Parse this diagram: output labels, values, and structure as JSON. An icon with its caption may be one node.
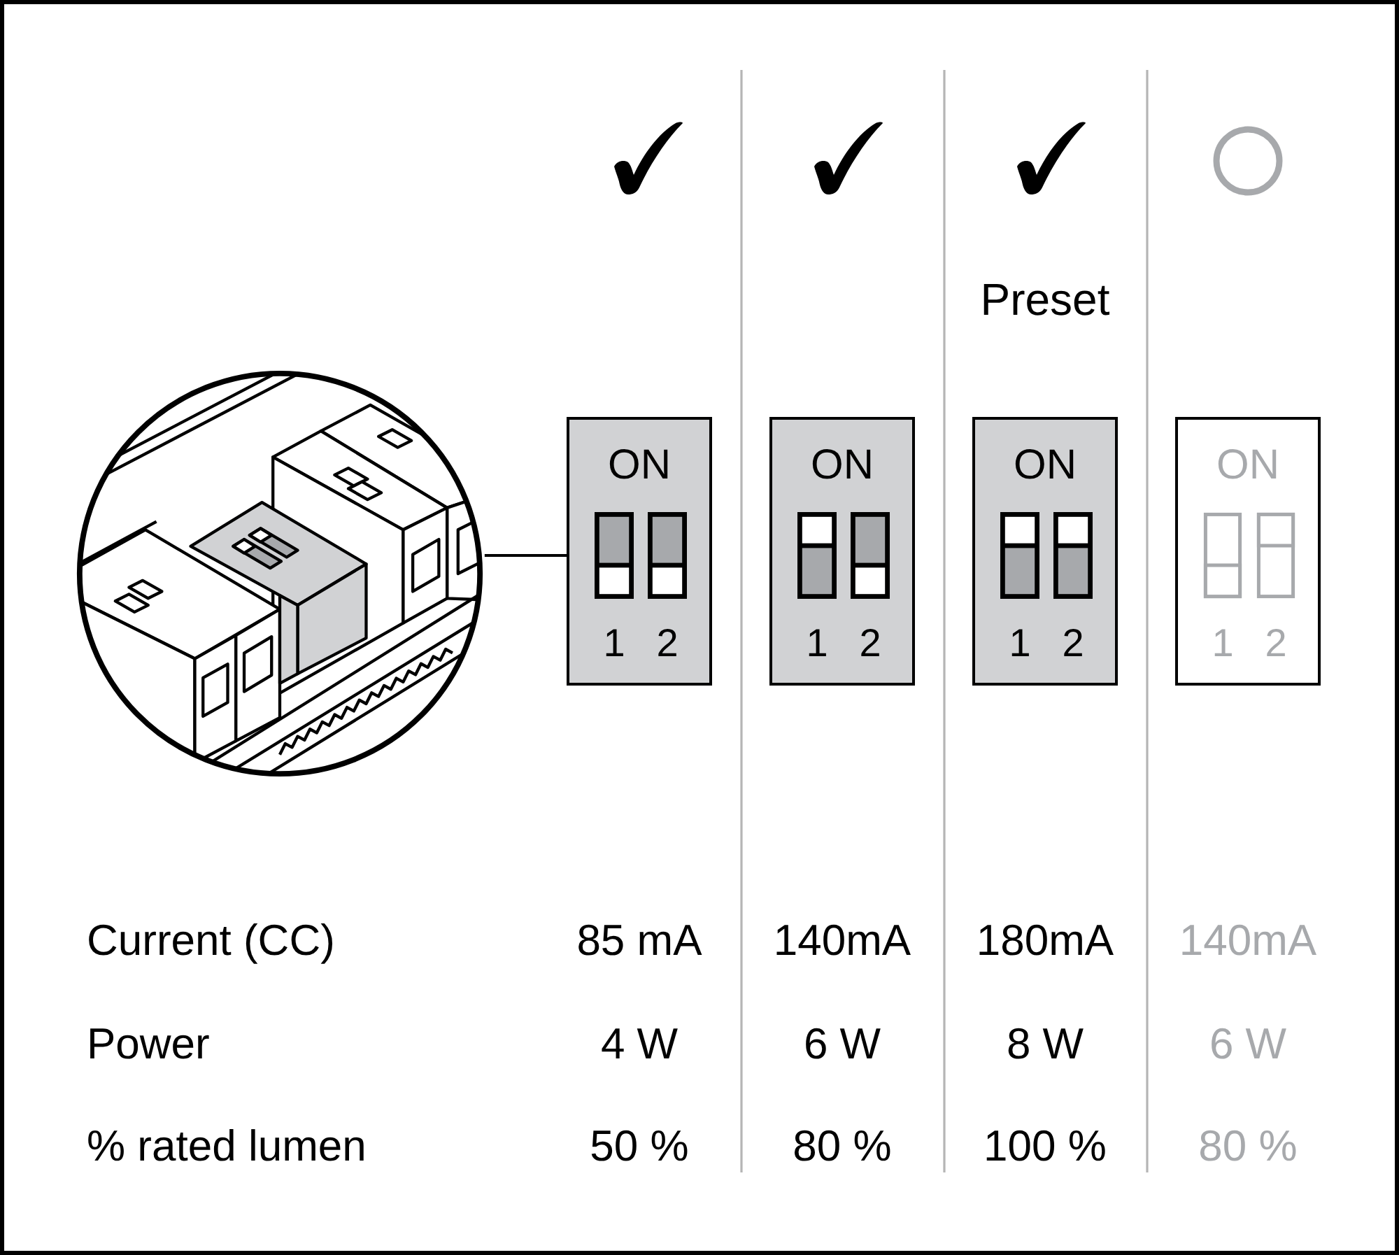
{
  "diagram": {
    "nodes": [
      {
        "text": [],
        "shape": "picture"
      },
      {
        "text": [
          "ON",
          "1",
          "2"
        ]
      },
      {
        "text": [
          "ON",
          "1",
          "2"
        ]
      },
      {
        "text": [
          "ON",
          "1",
          "2"
        ],
        "beside": [
          "Preset"
        ]
      },
      {
        "text": [
          "ON",
          "1",
          "2"
        ]
      }
    ],
    "edges": [
      {
        "from": 0,
        "to": 1,
        "arrow": "none"
      }
    ],
    "labels": [
      "Current (CC)",
      "85 mA",
      "140mA",
      "180mA",
      "140mA",
      "Power",
      "4 W",
      "6 W",
      "8 W",
      "6 W",
      "% rated lumen",
      "50 %",
      "80 %",
      "100 %",
      "80 %"
    ]
  }
}
